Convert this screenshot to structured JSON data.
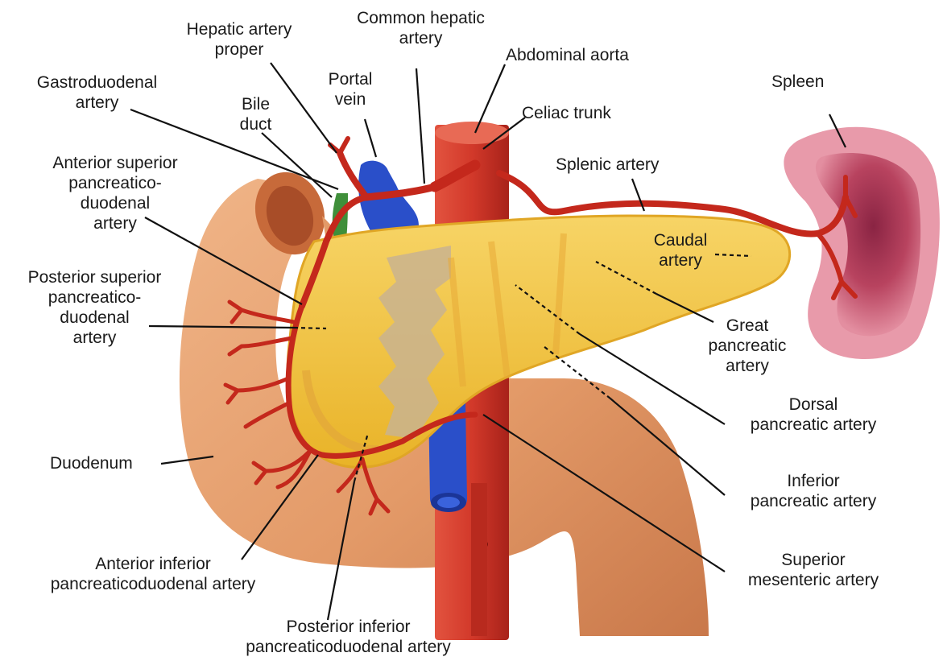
{
  "labels": {
    "hepatic_artery_proper": [
      "Hepatic artery",
      "proper"
    ],
    "common_hepatic_artery": [
      "Common hepatic",
      "artery"
    ],
    "abdominal_aorta": [
      "Abdominal aorta"
    ],
    "portal_vein": [
      "Portal",
      "vein"
    ],
    "gastroduodenal_artery": [
      "Gastroduodenal",
      "artery"
    ],
    "bile_duct": [
      "Bile",
      "duct"
    ],
    "celiac_trunk": [
      "Celiac trunk"
    ],
    "spleen": [
      "Spleen"
    ],
    "splenic_artery": [
      "Splenic artery"
    ],
    "anterior_superior_pd_artery": [
      "Anterior superior",
      "pancreatico-",
      "duodenal",
      "artery"
    ],
    "caudal_artery": [
      "Caudal",
      "artery"
    ],
    "posterior_superior_pd_artery": [
      "Posterior superior",
      "pancreatico-",
      "duodenal",
      "artery"
    ],
    "great_pancreatic_artery": [
      "Great",
      "pancreatic",
      "artery"
    ],
    "dorsal_pancreatic_artery": [
      "Dorsal",
      "pancreatic artery"
    ],
    "duodenum": [
      "Duodenum"
    ],
    "inferior_pancreatic_artery": [
      "Inferior",
      "pancreatic artery"
    ],
    "superior_mesenteric_artery": [
      "Superior",
      "mesenteric artery"
    ],
    "anterior_inferior_pd_artery": [
      "Anterior inferior",
      "pancreaticoduodenal artery"
    ],
    "posterior_inferior_pd_artery": [
      "Posterior inferior",
      "pancreaticoduodenal artery"
    ]
  },
  "colors": {
    "artery": "#c4281c",
    "aorta": "#d2392a",
    "vein": "#2a4fc9",
    "bile_duct": "#3f8f3a",
    "pancreas": "#f2c23a",
    "duodenum": "#e6a273",
    "spleen": "#c9566f",
    "leader": "#111111"
  }
}
